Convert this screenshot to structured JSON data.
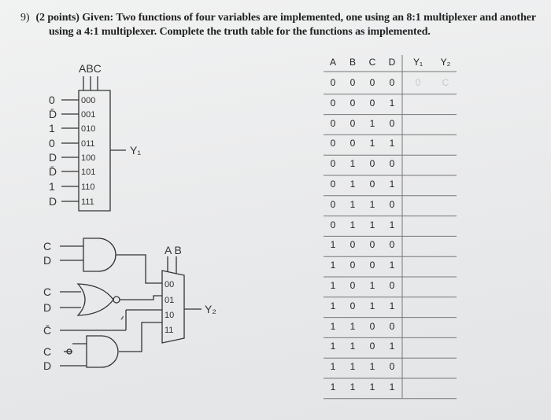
{
  "question": {
    "number": "9)",
    "text_line1": "(2 points) Given: Two functions of four variables are implemented, one using an 8:1 multiplexer and another",
    "text_line2": "using a 4:1 multiplexer. Complete the truth table for the functions as implemented."
  },
  "mux8": {
    "select_label": "ABC",
    "inputs": [
      "0",
      "D̄",
      "1",
      "0",
      "D",
      "D̄",
      "1",
      "D"
    ],
    "codes": [
      "000",
      "001",
      "010",
      "011",
      "100",
      "101",
      "110",
      "111"
    ],
    "output": "Y₁"
  },
  "mux4": {
    "select_label": "A B",
    "codes": [
      "00",
      "01",
      "10",
      "11"
    ],
    "output": "Y₂",
    "gate_inputs": [
      "C",
      "D",
      "C",
      "D",
      "C̄",
      "C",
      "D"
    ]
  },
  "truth_table": {
    "headers": [
      "A",
      "B",
      "C",
      "D",
      "Y₁",
      "Y₂"
    ],
    "rows": [
      [
        "0",
        "0",
        "0",
        "0"
      ],
      [
        "0",
        "0",
        "0",
        "1"
      ],
      [
        "0",
        "0",
        "1",
        "0"
      ],
      [
        "0",
        "0",
        "1",
        "1"
      ],
      [
        "0",
        "1",
        "0",
        "0"
      ],
      [
        "0",
        "1",
        "0",
        "1"
      ],
      [
        "0",
        "1",
        "1",
        "0"
      ],
      [
        "0",
        "1",
        "1",
        "1"
      ],
      [
        "1",
        "0",
        "0",
        "0"
      ],
      [
        "1",
        "0",
        "0",
        "1"
      ],
      [
        "1",
        "0",
        "1",
        "0"
      ],
      [
        "1",
        "0",
        "1",
        "1"
      ],
      [
        "1",
        "1",
        "0",
        "0"
      ],
      [
        "1",
        "1",
        "0",
        "1"
      ],
      [
        "1",
        "1",
        "1",
        "0"
      ],
      [
        "1",
        "1",
        "1",
        "1"
      ]
    ],
    "y1_entries": [
      "0"
    ],
    "y2_entries": [
      "C"
    ]
  }
}
